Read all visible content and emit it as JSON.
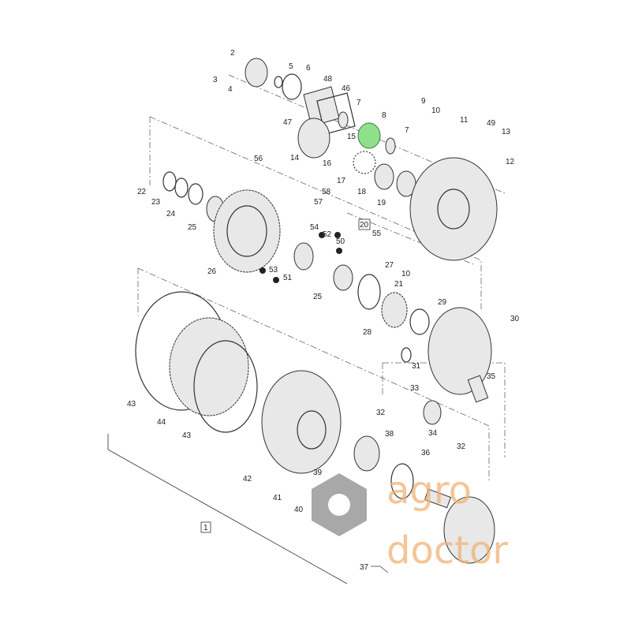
{
  "title": "Exploded parts diagram",
  "labels": [
    "2",
    "3",
    "4",
    "5",
    "6",
    "48",
    "46",
    "47",
    "7",
    "8",
    "9",
    "10",
    "7",
    "11",
    "49",
    "13",
    "15",
    "14",
    "16",
    "56",
    "12",
    "17",
    "18",
    "19",
    "22",
    "23",
    "24",
    "25",
    "58",
    "57",
    "20",
    "55",
    "54",
    "52",
    "50",
    "53",
    "51",
    "26",
    "27",
    "10",
    "21",
    "25",
    "29",
    "30",
    "28",
    "31",
    "35",
    "33",
    "32",
    "43",
    "44",
    "43",
    "34",
    "32",
    "38",
    "36",
    "42",
    "39",
    "41",
    "40",
    "1",
    "37"
  ],
  "watermark": {
    "line1": "agro",
    "line2": "doctor"
  },
  "colors": {
    "accent_part": "#8fe08a",
    "watermark": "#f0b070",
    "watermark_logo": "#9a9a9a"
  }
}
